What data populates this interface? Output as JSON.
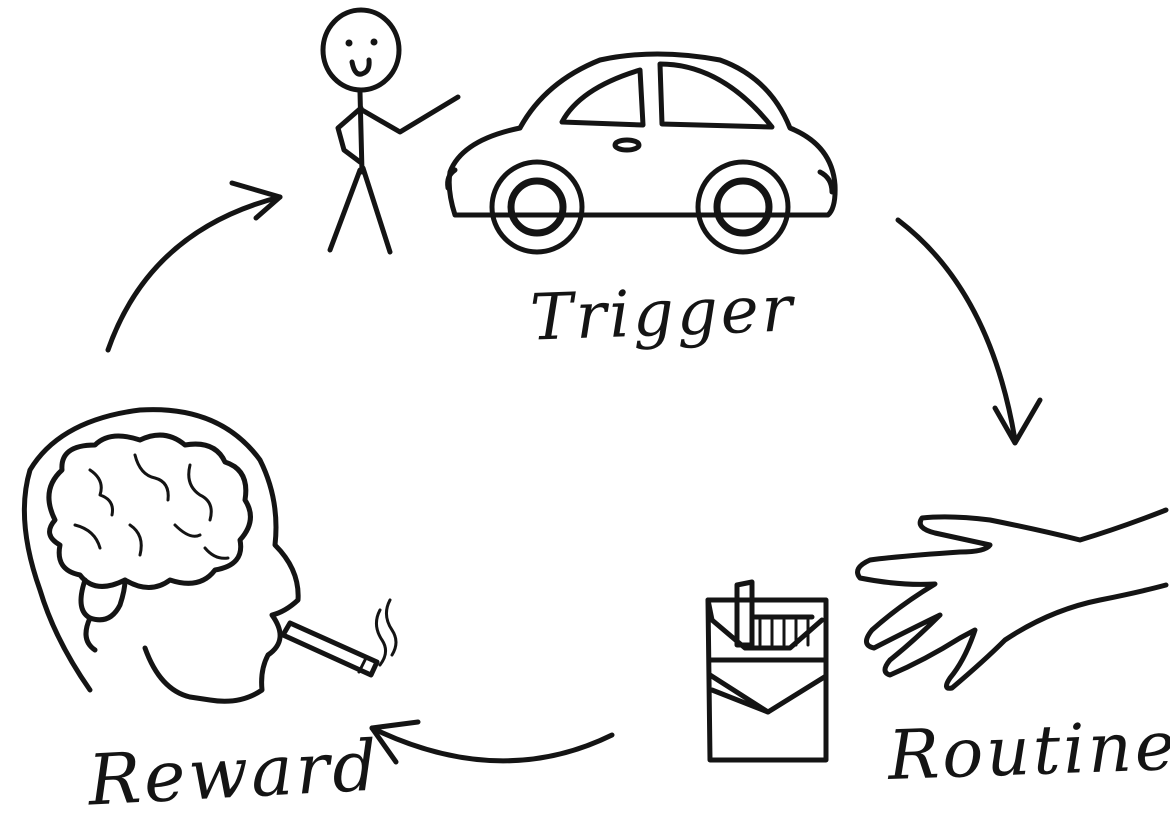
{
  "stages": [
    {
      "id": "trigger",
      "label": "Trigger"
    },
    {
      "id": "routine",
      "label": "Routine"
    },
    {
      "id": "reward",
      "label": "Reward"
    }
  ],
  "flow": [
    {
      "from": "trigger",
      "to": "routine"
    },
    {
      "from": "routine",
      "to": "reward"
    },
    {
      "from": "reward",
      "to": "trigger"
    }
  ],
  "illustrations": {
    "trigger": [
      "stick-figure-icon",
      "car-icon"
    ],
    "routine": [
      "hand-icon",
      "cigarette-pack-icon"
    ],
    "reward": [
      "head-brain-icon",
      "cigarette-icon"
    ]
  },
  "colors": {
    "ink": "#141414",
    "background": "#ffffff"
  }
}
